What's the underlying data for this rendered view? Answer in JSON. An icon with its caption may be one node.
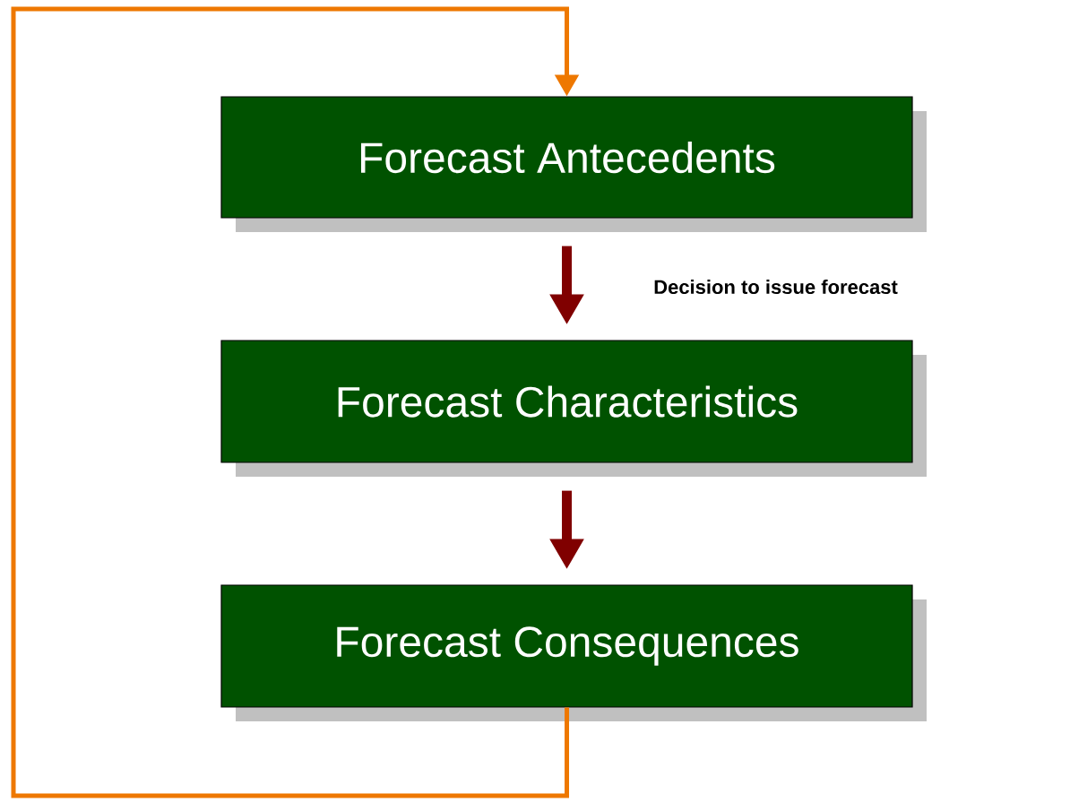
{
  "diagram": {
    "nodes": [
      {
        "text": [
          "Forecast Antecedents"
        ]
      },
      {
        "text": [
          "Forecast Characteristics"
        ]
      },
      {
        "text": [
          "Forecast Consequences"
        ]
      }
    ],
    "edges": [
      {
        "from": 0,
        "to": 1,
        "arrow": "to",
        "label": "Decision to issue forecast"
      },
      {
        "from": 1,
        "to": 2,
        "arrow": "to"
      },
      {
        "from": 2,
        "to": 0,
        "arrow": "to",
        "color": "#ee7800"
      }
    ]
  }
}
